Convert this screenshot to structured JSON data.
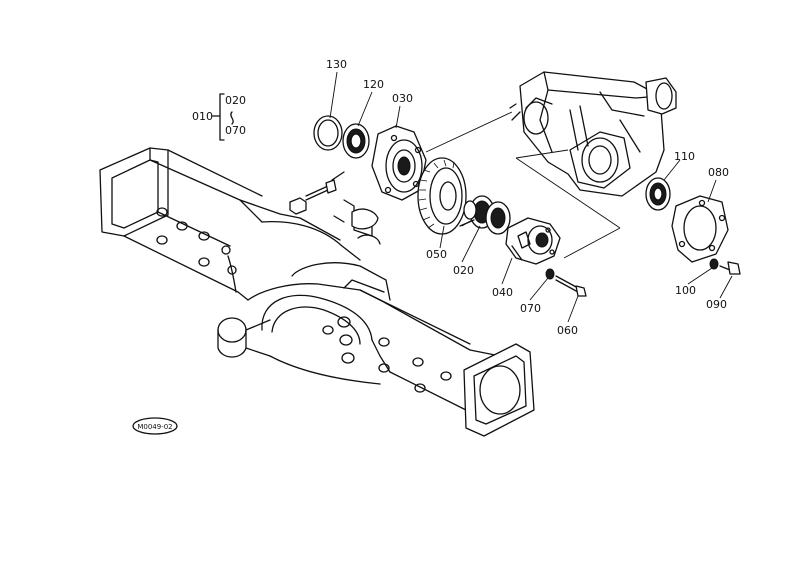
{
  "labels": {
    "p130": "130",
    "p120": "120",
    "p030": "030",
    "p010": "010",
    "p020_top": "020",
    "p070_top": "070",
    "p110": "110",
    "p080": "080",
    "p050": "050",
    "p020": "020",
    "p040": "040",
    "p070": "070",
    "p060": "060",
    "p100": "100",
    "p090": "090",
    "drawing_code": "M0049-02"
  }
}
